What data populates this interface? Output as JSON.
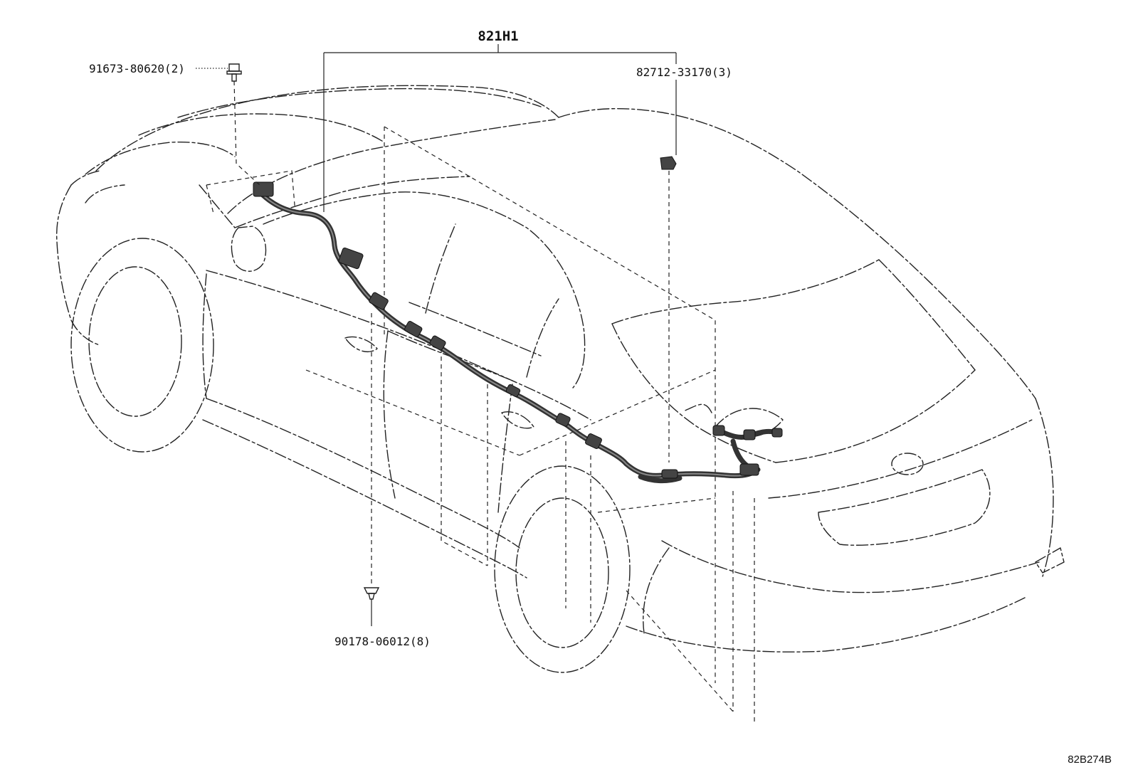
{
  "labels": {
    "assembly": "821H1",
    "bolt": "91673-80620(2)",
    "clamp": "82712-33170(3)",
    "clip": "90178-06012(8)",
    "diagram_code": "82B274B"
  }
}
